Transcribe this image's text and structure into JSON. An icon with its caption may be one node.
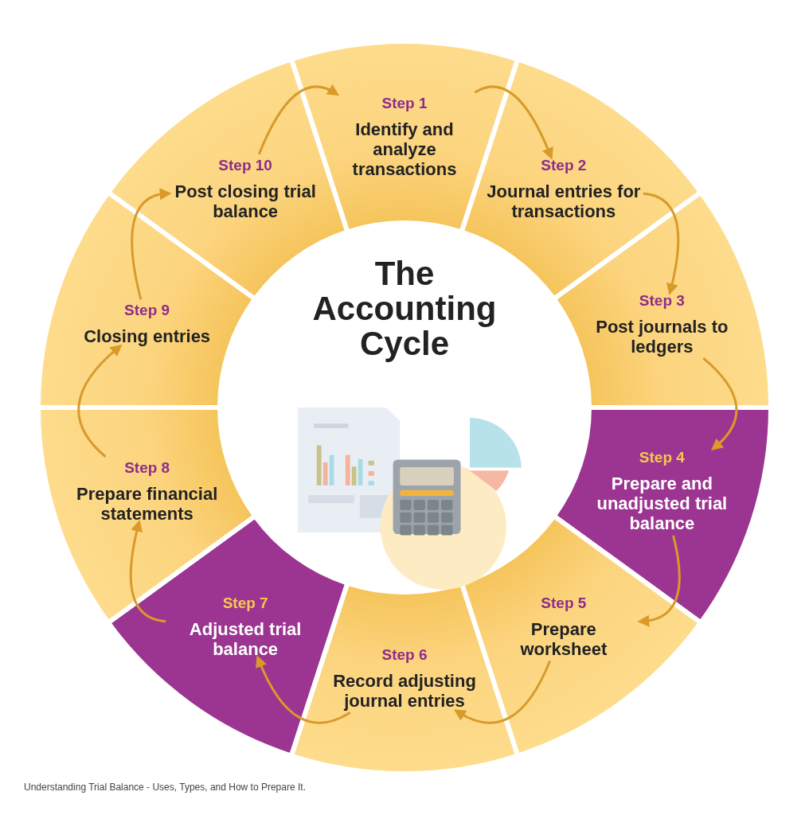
{
  "diagram": {
    "title": "The Accounting Cycle",
    "caption": "Understanding Trial Balance - Uses, Types, and How to Prepare It.",
    "nodes": [
      {
        "text": [
          "Step 1",
          "Identify and analyze transactions"
        ]
      },
      {
        "text": [
          "Step 2",
          "Journal entries for transactions"
        ]
      },
      {
        "text": [
          "Step 3",
          "Post journals to ledgers"
        ]
      },
      {
        "text": [
          "Step 4",
          "Prepare and unadjusted trial balance"
        ]
      },
      {
        "text": [
          "Step 5",
          "Prepare worksheet"
        ]
      },
      {
        "text": [
          "Step 6",
          "Record adjusting journal entries"
        ]
      },
      {
        "text": [
          "Step 7",
          "Adjusted trial balance"
        ]
      },
      {
        "text": [
          "Step 8",
          "Prepare financial statements"
        ]
      },
      {
        "text": [
          "Step 9",
          "Closing entries"
        ]
      },
      {
        "text": [
          "Step 10",
          "Post closing trial balance"
        ]
      }
    ],
    "edges": [
      {
        "from": 0,
        "to": 1,
        "arrow": "to"
      },
      {
        "from": 1,
        "to": 2,
        "arrow": "to"
      },
      {
        "from": 2,
        "to": 3,
        "arrow": "to"
      },
      {
        "from": 3,
        "to": 4,
        "arrow": "to"
      },
      {
        "from": 4,
        "to": 5,
        "arrow": "to"
      },
      {
        "from": 5,
        "to": 6,
        "arrow": "to"
      },
      {
        "from": 6,
        "to": 7,
        "arrow": "to"
      },
      {
        "from": 7,
        "to": 8,
        "arrow": "to"
      },
      {
        "from": 8,
        "to": 9,
        "arrow": "to"
      },
      {
        "from": 9,
        "to": 0,
        "arrow": "to"
      }
    ]
  }
}
